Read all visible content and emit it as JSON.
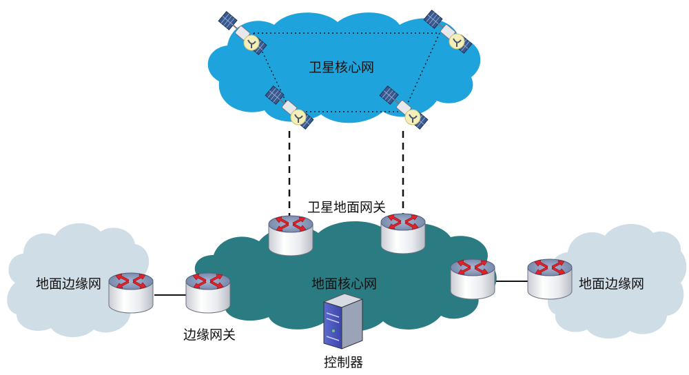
{
  "labels": {
    "satellite_core": "卫星核心网",
    "sat_ground_gateway": "卫星地面网关",
    "ground_core": "地面核心网",
    "edge_net_left": "地面边缘网",
    "edge_net_right": "地面边缘网",
    "edge_gateway": "边缘网关",
    "controller": "控制器"
  },
  "colors": {
    "satellite_cloud": "#1fa3dc",
    "ground_cloud": "#2a7b82",
    "edge_cloud": "#cfdde6",
    "router_top": "#8a9ab8",
    "router_arrow": "#e3212a"
  }
}
